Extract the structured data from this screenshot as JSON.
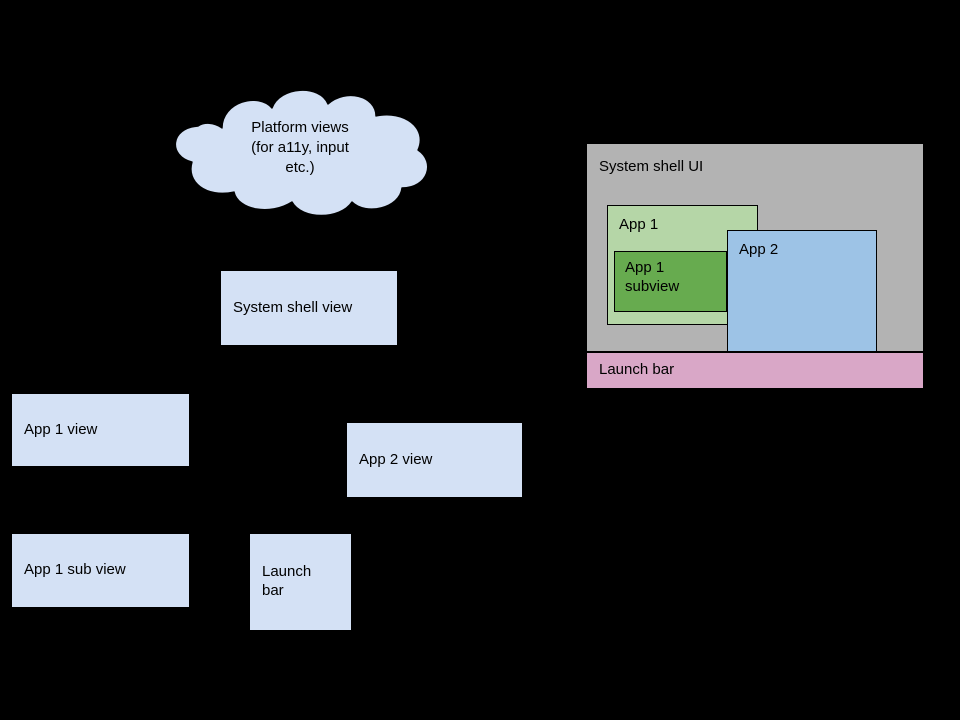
{
  "diagram": {
    "title": "Platform views and system shell UI composition",
    "background_color": "#000000",
    "palette": {
      "view_box_fill": "#D4E1F5",
      "cloud_fill": "#D4E1F5",
      "shell_panel_fill": "#B3B3B3",
      "launch_bar_fill": "#D9A7C7",
      "app1_fill": "#B5D6A7",
      "app1_subview_fill": "#67AB4F",
      "app2_fill": "#9DC3E6",
      "stroke": "#000000",
      "text": "#000000"
    }
  },
  "view_tree": {
    "cloud": {
      "label": "Platform views\n(for a11y, input\netc.)"
    },
    "boxes": [
      {
        "id": "system-shell-view",
        "label": "System shell view"
      },
      {
        "id": "app-1-view",
        "label": "App 1 view"
      },
      {
        "id": "app-2-view",
        "label": "App 2 view"
      },
      {
        "id": "app-1-sub-view",
        "label": "App 1 sub view"
      },
      {
        "id": "launch-bar-view",
        "label": "Launch\nbar"
      }
    ]
  },
  "shell_mockup": {
    "title": "System shell UI",
    "launch_bar": "Launch bar",
    "windows": [
      {
        "id": "app-1",
        "label": "App 1"
      },
      {
        "id": "app-1-subview",
        "label": "App 1\nsubview"
      },
      {
        "id": "app-2",
        "label": "App 2"
      }
    ]
  }
}
